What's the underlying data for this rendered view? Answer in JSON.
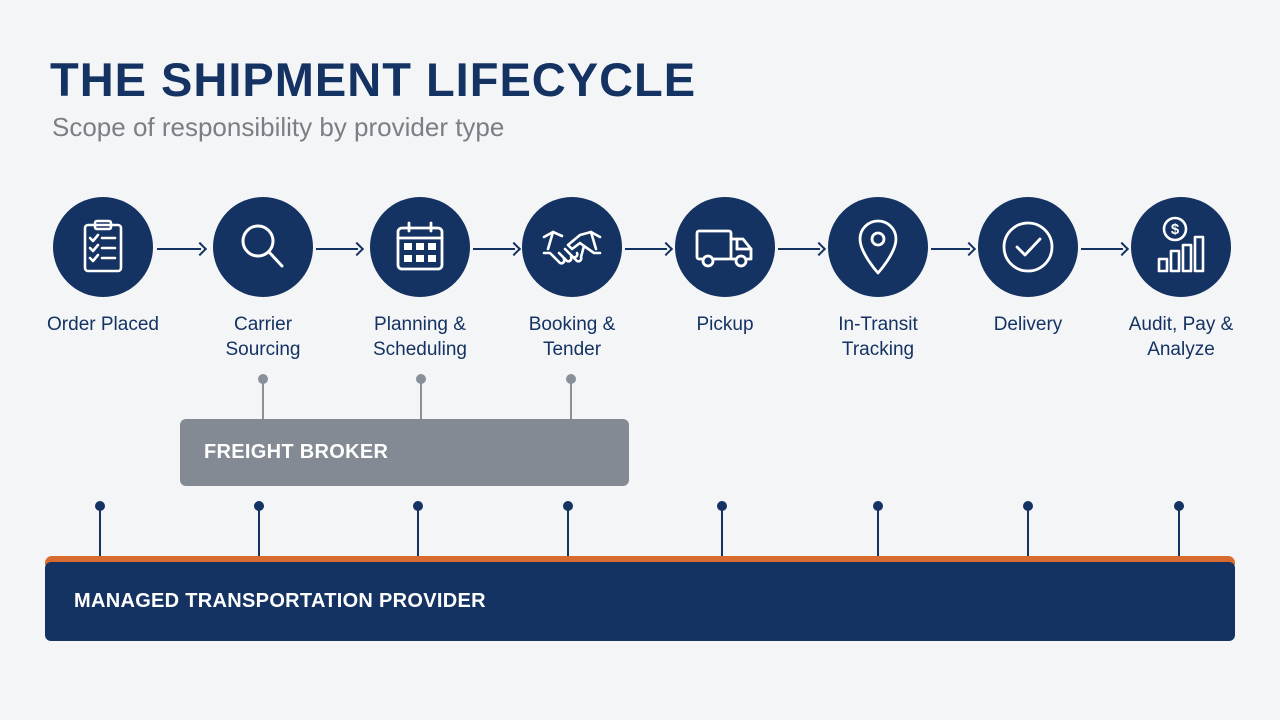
{
  "header": {
    "title": "THE SHIPMENT LIFECYCLE",
    "subtitle": "Scope of responsibility by provider type"
  },
  "colors": {
    "navy": "#143262",
    "broker_gray": "#838a94",
    "accent_orange": "#d86b2f",
    "background": "#f4f5f7"
  },
  "steps": [
    {
      "label": "Order Placed",
      "icon": "clipboard-checklist-icon"
    },
    {
      "label": "Carrier\nSourcing",
      "icon": "magnifying-glass-icon"
    },
    {
      "label": "Planning &\nScheduling",
      "icon": "calendar-icon"
    },
    {
      "label": "Booking &\nTender",
      "icon": "handshake-icon"
    },
    {
      "label": "Pickup",
      "icon": "truck-icon"
    },
    {
      "label": "In-Transit\nTracking",
      "icon": "map-pin-icon"
    },
    {
      "label": "Delivery",
      "icon": "check-circle-icon"
    },
    {
      "label": "Audit, Pay &\nAnalyze",
      "icon": "dollar-chart-icon"
    }
  ],
  "providers": {
    "broker": {
      "label": "FREIGHT BROKER",
      "covered_steps": [
        "Carrier Sourcing",
        "Planning & Scheduling",
        "Booking & Tender"
      ]
    },
    "mtp": {
      "label": "MANAGED TRANSPORTATION PROVIDER",
      "covered_steps": [
        "Order Placed",
        "Carrier Sourcing",
        "Planning & Scheduling",
        "Booking & Tender",
        "Pickup",
        "In-Transit Tracking",
        "Delivery",
        "Audit, Pay & Analyze"
      ]
    }
  }
}
